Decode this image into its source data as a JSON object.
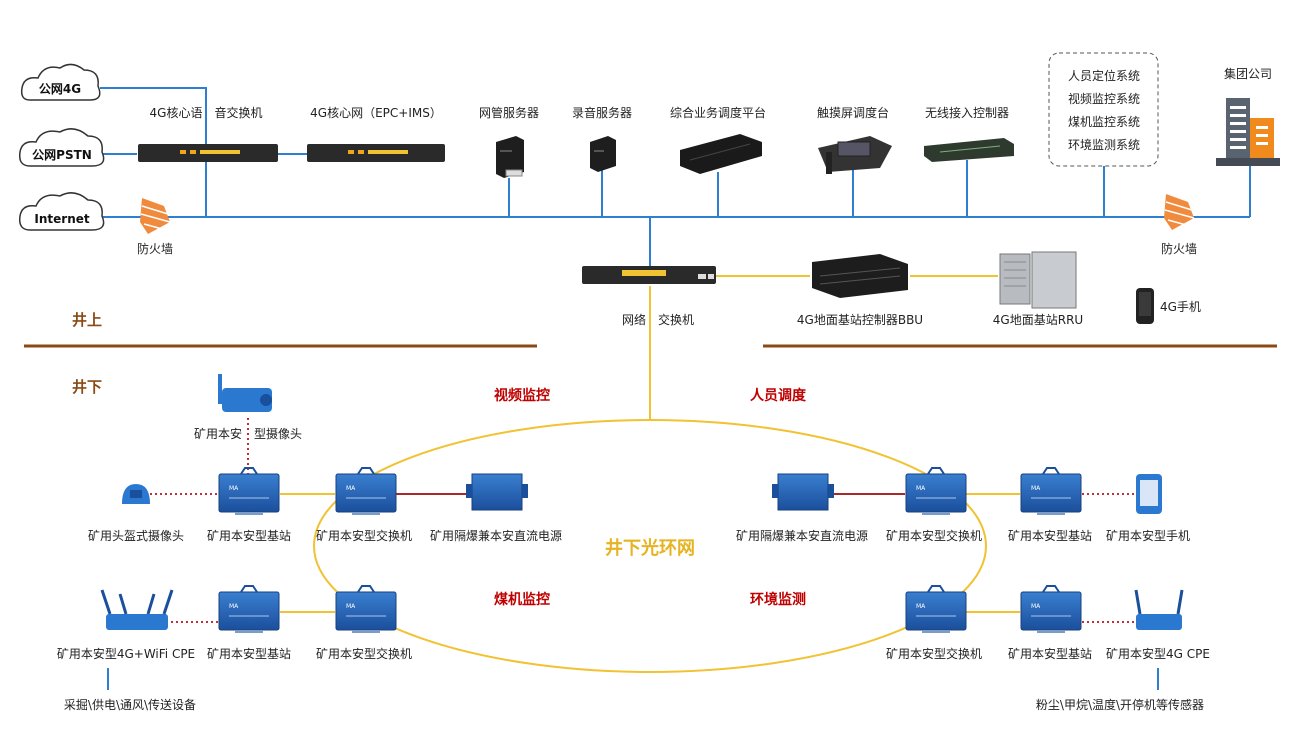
{
  "clouds": [
    "公网4G",
    "公网PSTN",
    "Internet"
  ],
  "top": {
    "core_voice": "4G核心语　音交换机",
    "core_net": "4G核心网（EPC+IMS）",
    "nms": "网管服务器",
    "recorder": "录音服务器",
    "dispatch": "综合业务调度平台",
    "touch": "触摸屏调度台",
    "wlc": "无线接入控制器",
    "systems": [
      "人员定位系统",
      "视频监控系统",
      "煤机监控系统",
      "环境监测系统"
    ],
    "group": "集团公司",
    "firewall_left": "防火墙",
    "firewall_right": "防火墙",
    "switch": "网络　交换机",
    "bbu": "4G地面基站控制器BBU",
    "rru": "4G地面基站RRU",
    "phone": "4G手机"
  },
  "sections": {
    "above": "井上",
    "below": "井下"
  },
  "categories": {
    "video": "视频监控",
    "personnel": "人员调度",
    "coal": "煤机监控",
    "env": "环境监测",
    "ring": "井下光环网"
  },
  "under": {
    "camera": "矿用本安　型摄像头",
    "helmet_cam": "矿用头盔式摄像头",
    "bs_tl": "矿用本安型基站",
    "sw_tl": "矿用本安型交换机",
    "psu_l": "矿用隔爆兼本安直流电源",
    "psu_r": "矿用隔爆兼本安直流电源",
    "sw_tr": "矿用本安型交换机",
    "bs_tr": "矿用本安型基站",
    "phone_r": "矿用本安型手机",
    "cpe_l": "矿用本安型4G+WiFi CPE",
    "bs_bl": "矿用本安型基站",
    "sw_bl": "矿用本安型交换机",
    "sw_br": "矿用本安型交换机",
    "bs_br": "矿用本安型基站",
    "cpe_r": "矿用本安型4G CPE",
    "equip_l": "采掘\\供电\\通风\\传送设备",
    "sensors_r": "粉尘\\甲烷\\温度\\开停机等传感器"
  },
  "colors": {
    "blue": "#2f7fd0",
    "yellow": "#f1c232",
    "brown": "#8B4A14",
    "red": "#c00000"
  }
}
